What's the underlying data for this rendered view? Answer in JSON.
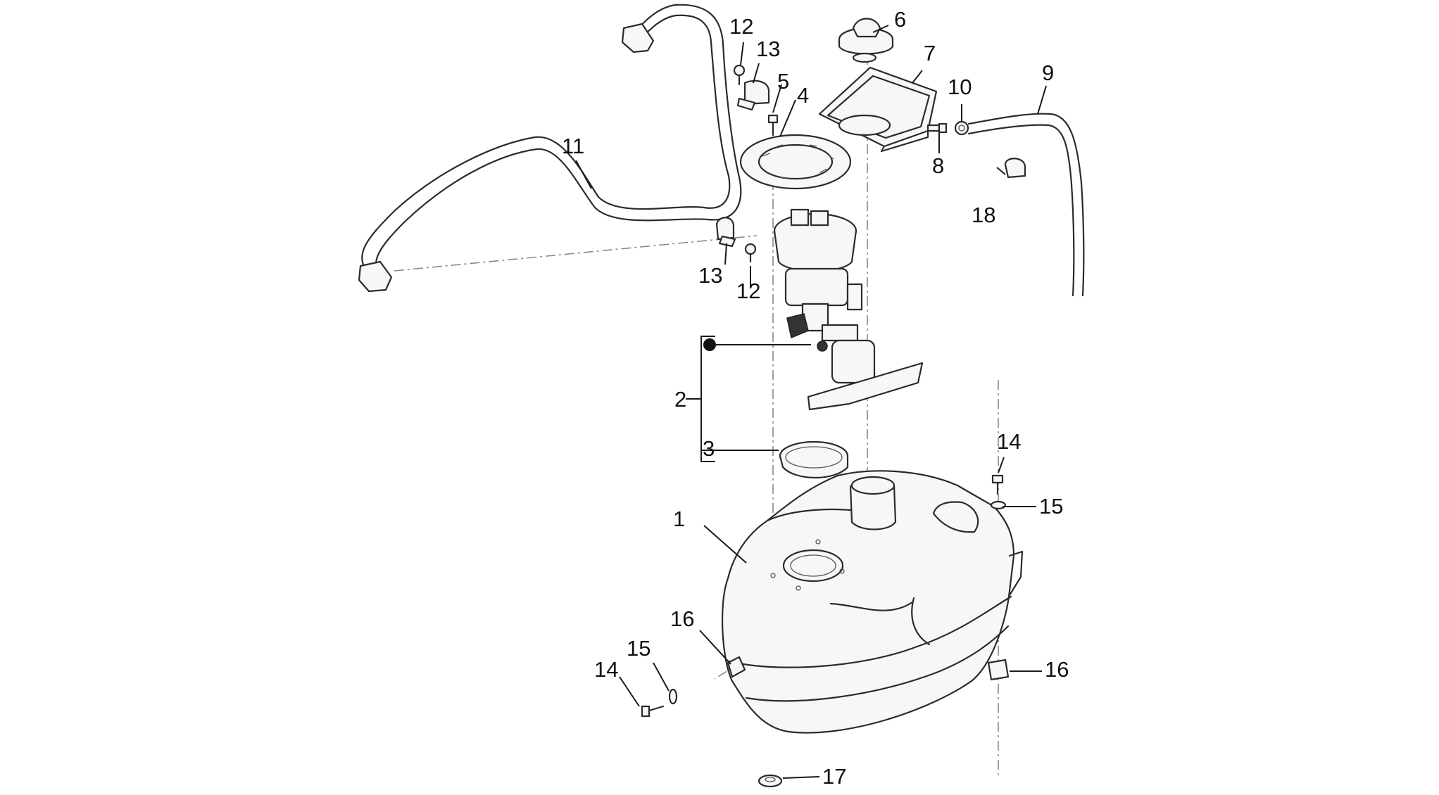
{
  "callouts": {
    "c1": "1",
    "c2": "2",
    "c3": "3",
    "c4": "4",
    "c5": "5",
    "c6": "6",
    "c7": "7",
    "c8": "8",
    "c9": "9",
    "c10": "10",
    "c11": "11",
    "c12a": "12",
    "c12b": "12",
    "c13a": "13",
    "c13b": "13",
    "c14a": "14",
    "c14b": "14",
    "c15a": "15",
    "c15b": "15",
    "c16a": "16",
    "c16b": "16",
    "c17": "17",
    "c18": "18"
  },
  "colors": {
    "line": "#2b2b2b",
    "dash": "#8a8a8a",
    "label": "#111111"
  }
}
